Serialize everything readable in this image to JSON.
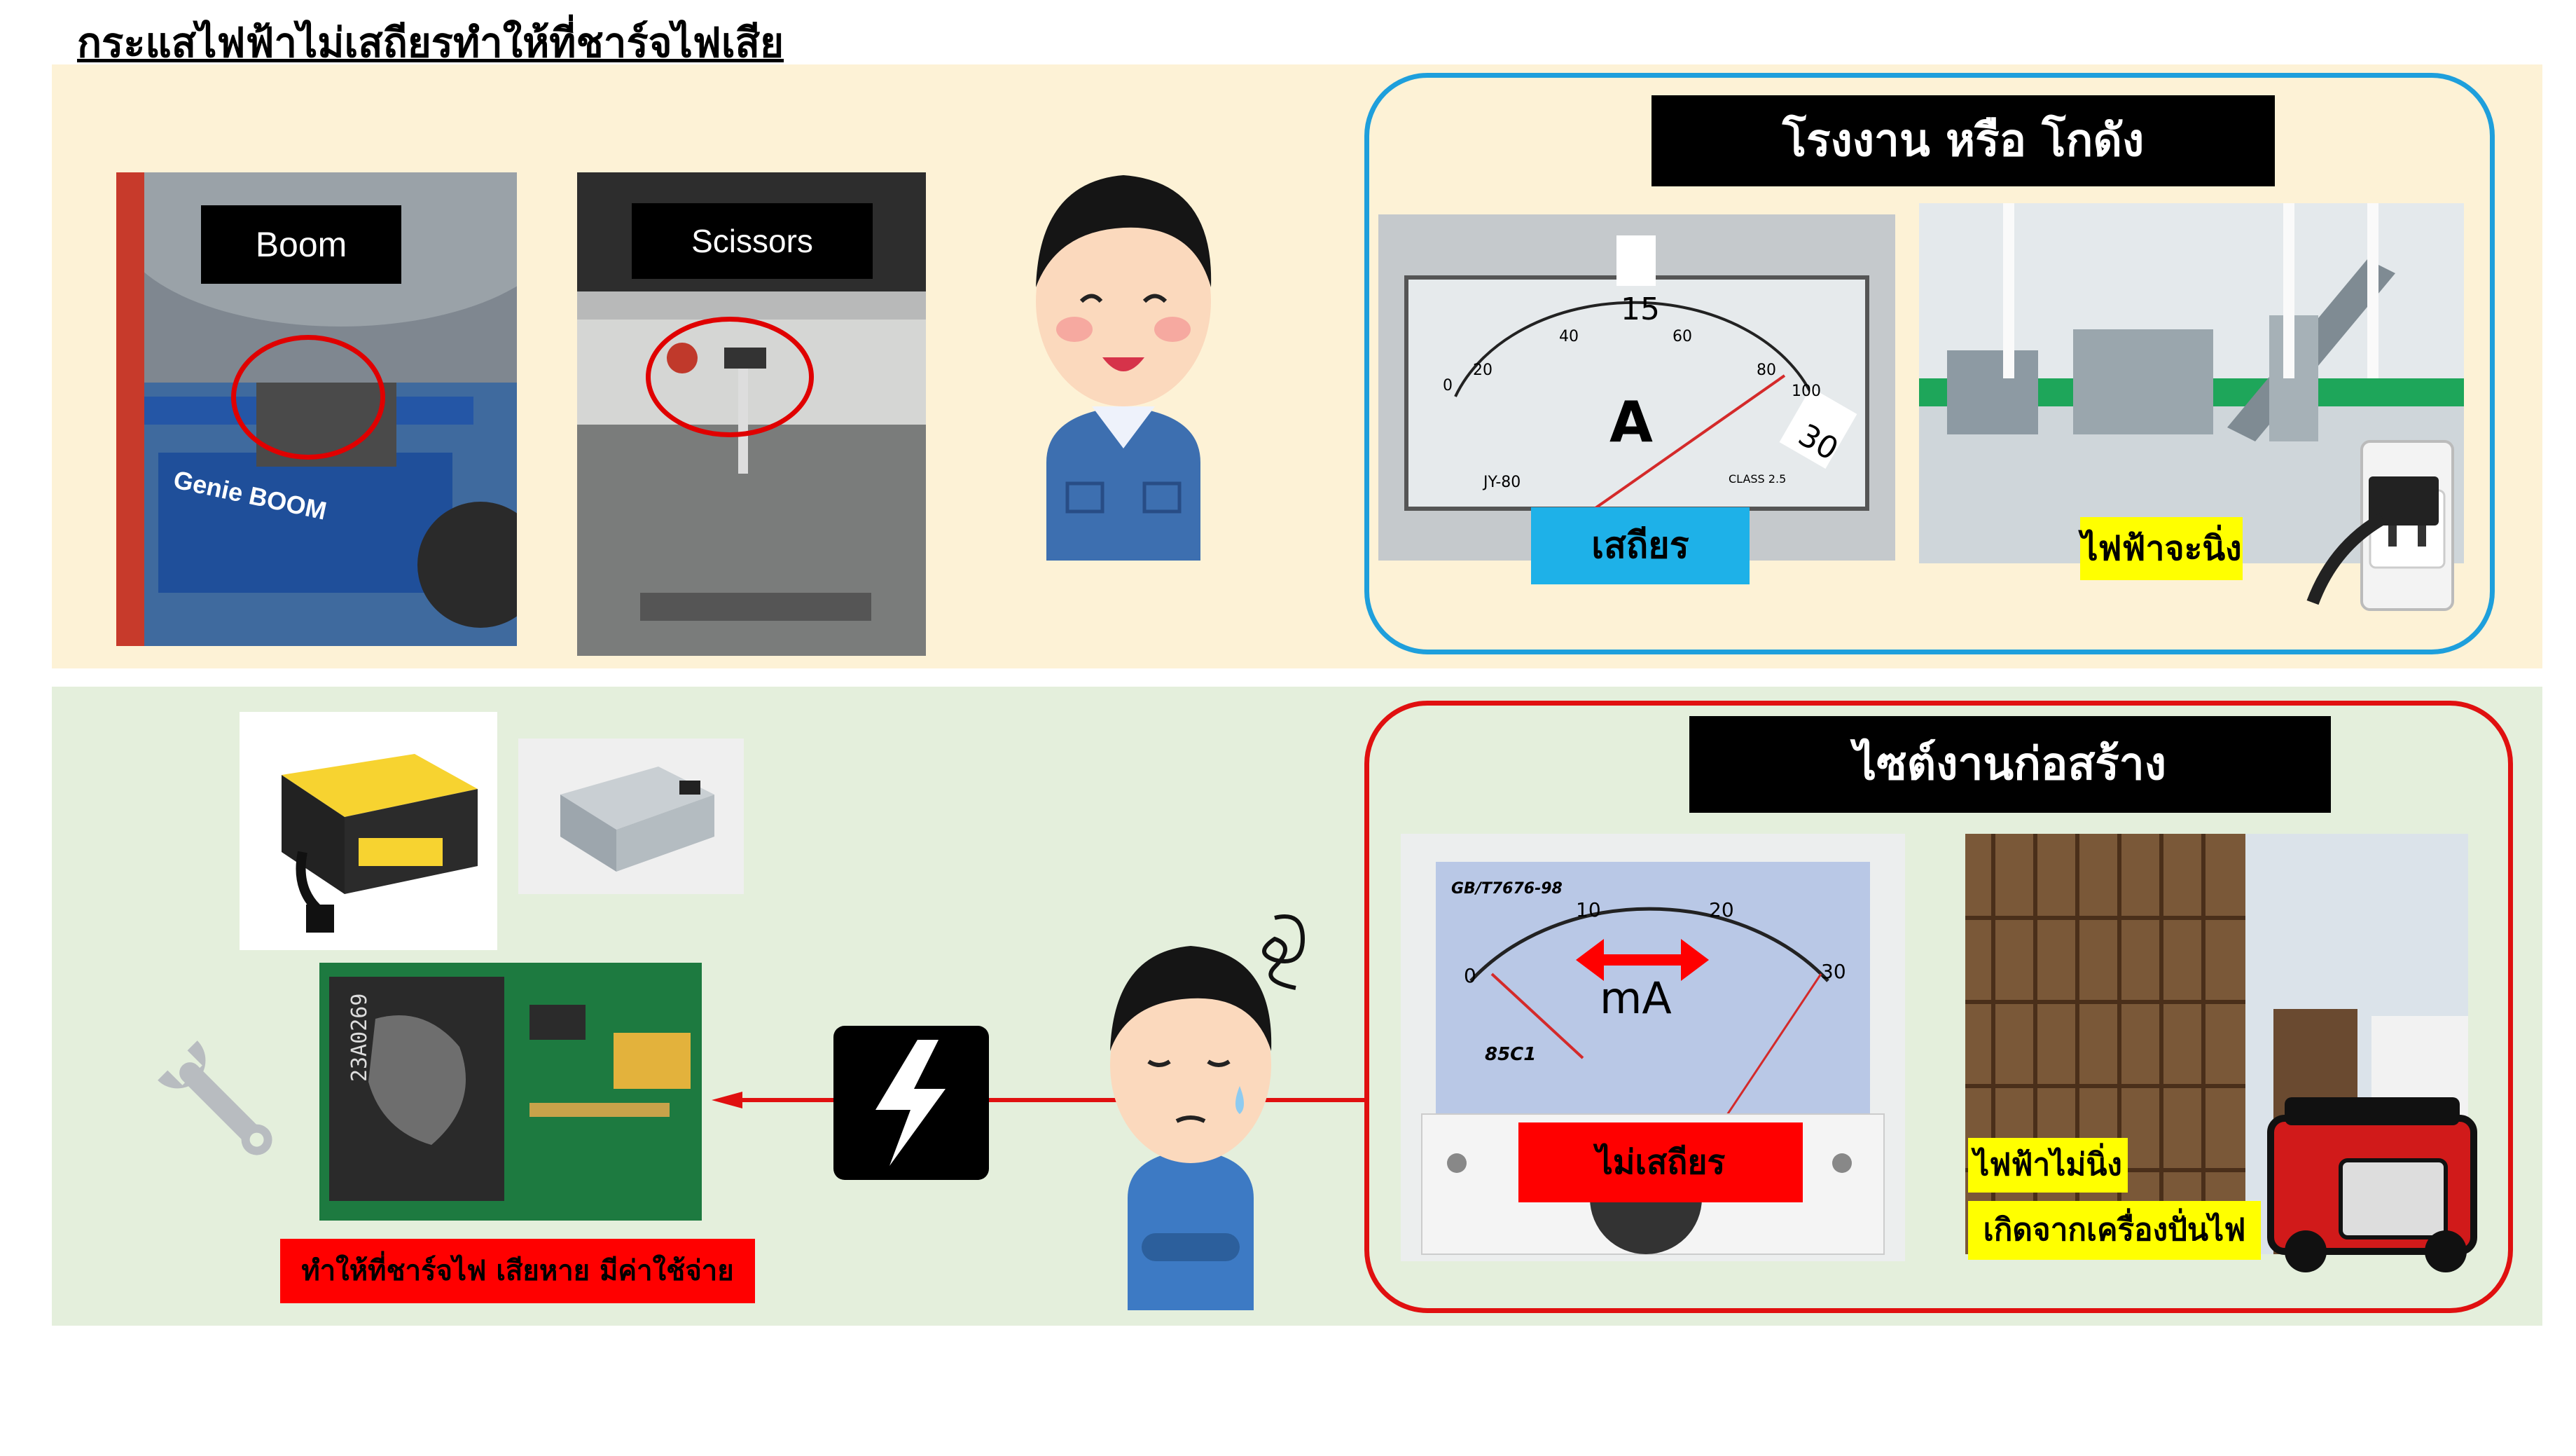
{
  "title": "กระแสไฟฟ้าไม่เสถียรทำให้ที่ชาร์จไฟเสีย",
  "top": {
    "machine_labels": [
      "Boom",
      "Scissors"
    ],
    "machine_brand": "Genie BOOM",
    "factory_box_title": "โรงงาน หรือ โกดัง",
    "meter": {
      "unit": "A",
      "ticks": [
        "0",
        "20",
        "40",
        "60",
        "80",
        "100"
      ],
      "sticker_top": "15",
      "sticker_right": "30",
      "model": "JY-80",
      "class": "CLASS 2.5"
    },
    "stable_label": "เสถียร",
    "power_stable_label": "ไฟฟ้าจะนิ่ง"
  },
  "bottom": {
    "site_box_title": "ไซต์งานก่อสร้าง",
    "meter": {
      "unit": "mA",
      "ticks": [
        "0",
        "10",
        "20",
        "30"
      ],
      "model": "GB/T7676-98",
      "code": "85C1"
    },
    "unstable_label": "ไม่เสถียร",
    "power_unstable_label": "ไฟฟ้าไม่นิ่ง",
    "generator_label": "เกิดจากเครื่องปั่นไฟ",
    "chip_text": "23A0269",
    "damage_label": "ทำให้ที่ชาร์จไฟ เสียหาย มีค่าใช้จ่าย"
  },
  "colors": {
    "stable_bg": "#1eb1e8",
    "highlight_yellow": "#ffff00",
    "unstable_bg": "#ff0000",
    "frame_blue": "#1e9fdc",
    "frame_red": "#e01010"
  },
  "icons": [
    "wrench-icon",
    "lightning-icon",
    "worker-happy-icon",
    "worker-worried-icon",
    "power-plug-icon",
    "generator-icon"
  ]
}
